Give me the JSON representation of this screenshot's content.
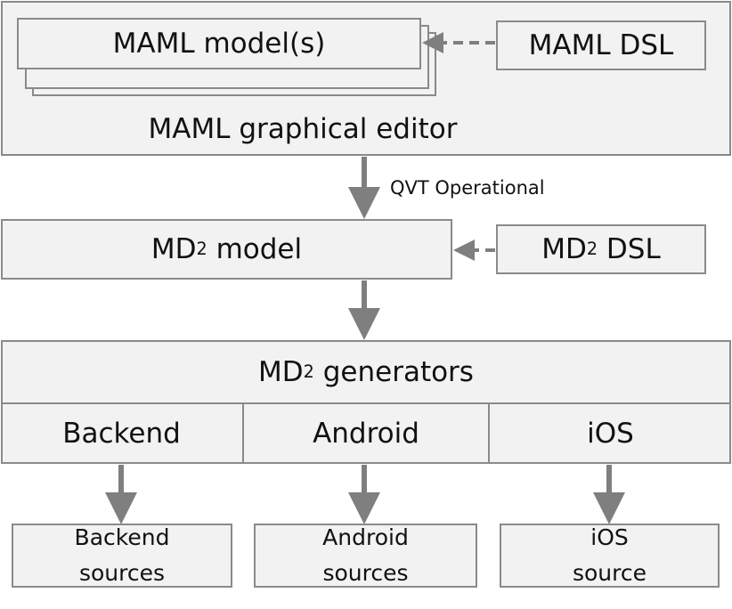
{
  "editor": {
    "title": "MAML graphical editor",
    "model_label": "MAML model(s)",
    "dsl_label": "MAML DSL"
  },
  "transform": {
    "label": "QVT Operational"
  },
  "md2_model": {
    "prefix": "MD",
    "sup": "2",
    "suffix": " model"
  },
  "md2_dsl": {
    "prefix": "MD",
    "sup": "2",
    "suffix": " DSL"
  },
  "generators": {
    "prefix": "MD",
    "sup": "2",
    "suffix": " generators",
    "targets": [
      "Backend",
      "Android",
      "iOS"
    ]
  },
  "outputs": [
    {
      "line1": "Backend",
      "line2": "sources"
    },
    {
      "line1": "Android",
      "line2": "sources"
    },
    {
      "line1": "iOS",
      "line2": "source"
    }
  ],
  "colors": {
    "box_fill": "#f2f2f2",
    "box_border": "#8a8a8a",
    "arrow": "#7f7f7f"
  }
}
